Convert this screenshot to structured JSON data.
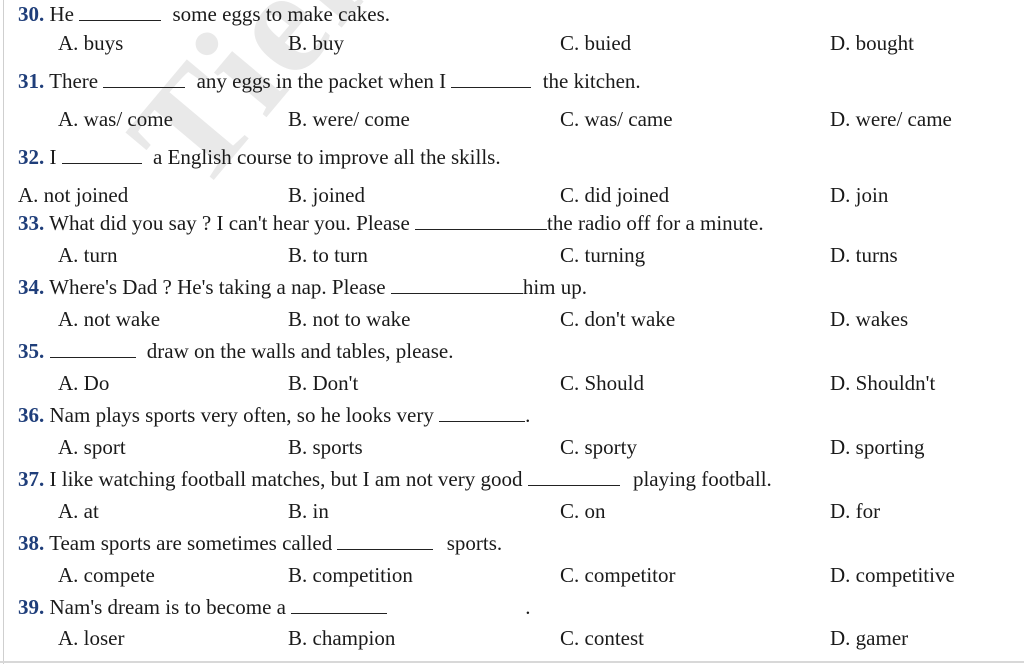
{
  "watermark": "Tieng a",
  "questions": [
    {
      "number": "30.",
      "parts": [
        "He ",
        "some eggs to make cakes."
      ],
      "options": [
        "A. buys",
        "B. buy",
        "C. buied",
        "D. bought"
      ]
    },
    {
      "number": "31.",
      "parts": [
        "There ",
        "any eggs in the packet when I ",
        "the kitchen."
      ],
      "options": [
        "A. was/ come",
        "B. were/ come",
        "C. was/ came",
        "D. were/ came"
      ]
    },
    {
      "number": "32.",
      "parts": [
        "I ",
        "a English course to improve all the skills."
      ],
      "options": [
        "A. not joined",
        "B. joined",
        "C. did joined",
        "D. join"
      ]
    },
    {
      "number": "33.",
      "parts": [
        "What did you say ? I can't hear you. Please ",
        "the radio off for a minute."
      ],
      "options": [
        "A. turn",
        "B. to turn",
        "C. turning",
        "D. turns"
      ]
    },
    {
      "number": "34.",
      "parts": [
        "Where's Dad ? He's taking a nap. Please ",
        "him up."
      ],
      "options": [
        "A. not wake",
        "B. not to wake",
        "C. don't wake",
        "D. wakes"
      ]
    },
    {
      "number": "35.",
      "parts": [
        "draw on the walls and tables, please."
      ],
      "options": [
        "A. Do",
        "B. Don't",
        "C. Should",
        "D. Shouldn't"
      ]
    },
    {
      "number": "36.",
      "parts": [
        "Nam plays sports very often, so he looks very ",
        "."
      ],
      "options": [
        "A. sport",
        "B. sports",
        "C. sporty",
        "D. sporting"
      ]
    },
    {
      "number": "37.",
      "parts": [
        "I like watching football matches, but I am not very good ",
        "playing football."
      ],
      "options": [
        "A. at",
        "B. in",
        "C. on",
        "D. for"
      ]
    },
    {
      "number": "38.",
      "parts": [
        "Team sports are sometimes called ",
        "sports."
      ],
      "options": [
        "A. compete",
        "B. competition",
        "C. competitor",
        "D. competitive"
      ]
    },
    {
      "number": "39.",
      "parts": [
        "Nam's dream is to become a ",
        "."
      ],
      "options": [
        "A. loser",
        "B. champion",
        "C. contest",
        "D. gamer"
      ]
    }
  ]
}
